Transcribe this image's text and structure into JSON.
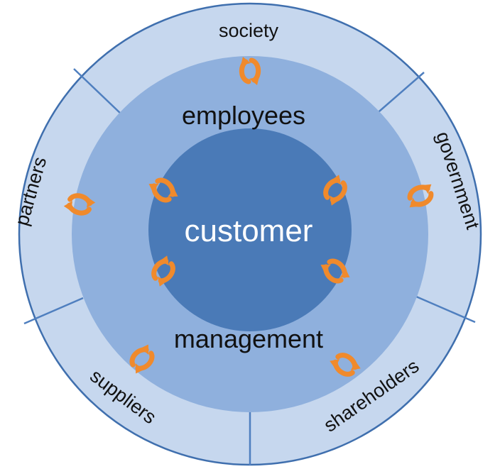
{
  "diagram": {
    "core_label": "customer",
    "inner_ring_labels": {
      "top": "employees",
      "bottom": "management"
    },
    "outer_segments": [
      {
        "id": "society",
        "label": "society"
      },
      {
        "id": "government",
        "label": "government"
      },
      {
        "id": "shareholders",
        "label": "shareholders"
      },
      {
        "id": "suppliers",
        "label": "suppliers"
      },
      {
        "id": "partners",
        "label": "partners"
      }
    ],
    "connector_icon": "circular-arrows-icon",
    "colors": {
      "outer_ring": "#c6d7ee",
      "middle_ring": "#8fb0dd",
      "core": "#4a7ab7",
      "divider": "#4f7fbf",
      "arrow": "#f08a2c",
      "border": "#3f6fae"
    }
  }
}
